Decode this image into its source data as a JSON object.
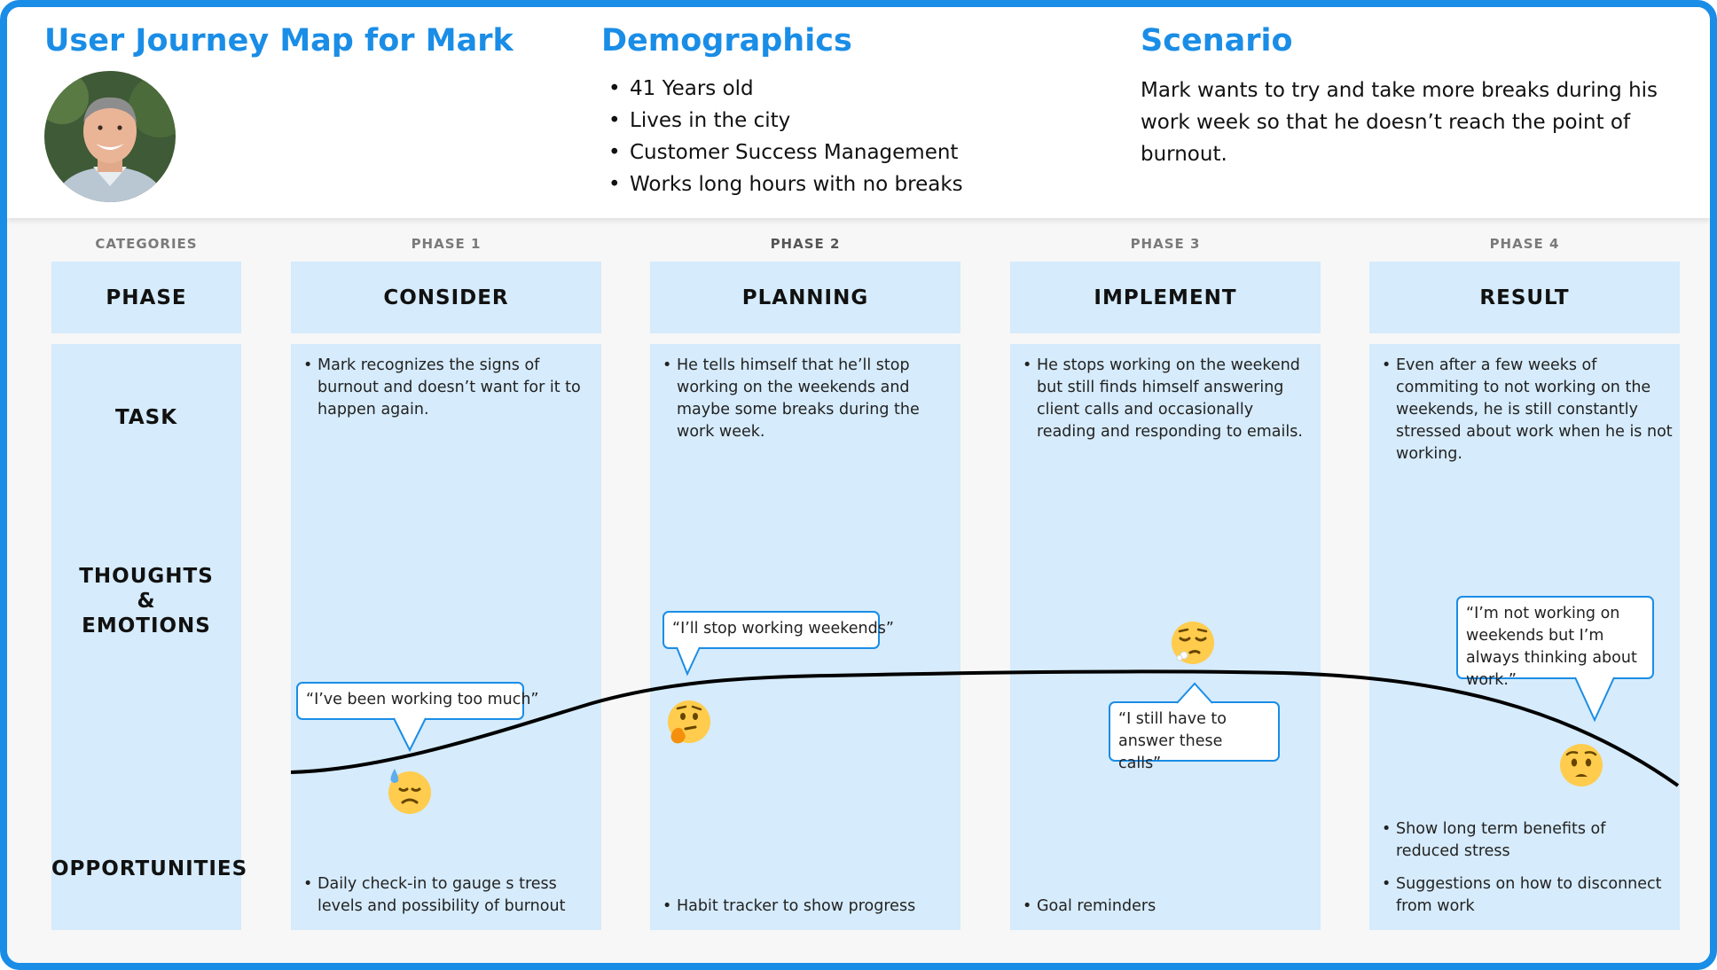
{
  "header": {
    "title": "User Journey Map for Mark",
    "demographics_title": "Demographics",
    "demographics": [
      "41 Years old",
      "Lives in the city",
      "Customer Success Management",
      "Works long hours with no breaks"
    ],
    "scenario_title": "Scenario",
    "scenario": "Mark wants to try and take more breaks during his work week so that he doesn’t reach the point of burnout."
  },
  "columns": {
    "categories_caption": "CATEGORIES",
    "phase_label": "PHASE",
    "categories": [
      "TASK",
      "THOUGHTS",
      "&",
      "EMOTIONS",
      "OPPORTUNITIES"
    ],
    "phases": [
      {
        "caption": "PHASE 1",
        "name": "CONSIDER",
        "task": "Mark recognizes the signs of burnout and doesn’t want for it to happen again.",
        "quote": "“I’ve been working too much”",
        "emotion_icon": "downcast-sweat-emoji",
        "opportunities": [
          "Daily check-in to gauge s tress levels and possibility of burnout"
        ]
      },
      {
        "caption": "PHASE 2",
        "name": "PLANNING",
        "task": "He tells himself that he’ll stop working on the weekends and maybe some breaks during the work week.",
        "quote": "“I’ll stop working weekends”",
        "emotion_icon": "thinking-face-emoji",
        "opportunities": [
          "Habit tracker to show progress"
        ]
      },
      {
        "caption": "PHASE 3",
        "name": "IMPLEMENT",
        "task": "He stops working on the weekend but still finds himself answering client calls and occasionally reading and responding to emails.",
        "quote": "“I still have to answer these calls”",
        "emotion_icon": "relieved-sigh-emoji",
        "opportunities": [
          "Goal reminders"
        ]
      },
      {
        "caption": "PHASE 4",
        "name": "RESULT",
        "task": "Even after a few weeks of commiting to not working on the weekends, he is still constantly stressed about work when he is not working.",
        "quote": "“I’m not working on weekends but I’m always thinking about work.”",
        "emotion_icon": "anxious-face-emoji",
        "opportunities": [
          "Show long term benefits of reduced stress",
          "Suggestions on how to disconnect from work"
        ]
      }
    ]
  },
  "colors": {
    "accent": "#1a8de6",
    "column_fill": "#d6ebfb",
    "emoji_yellow": "#ffcc4d"
  }
}
